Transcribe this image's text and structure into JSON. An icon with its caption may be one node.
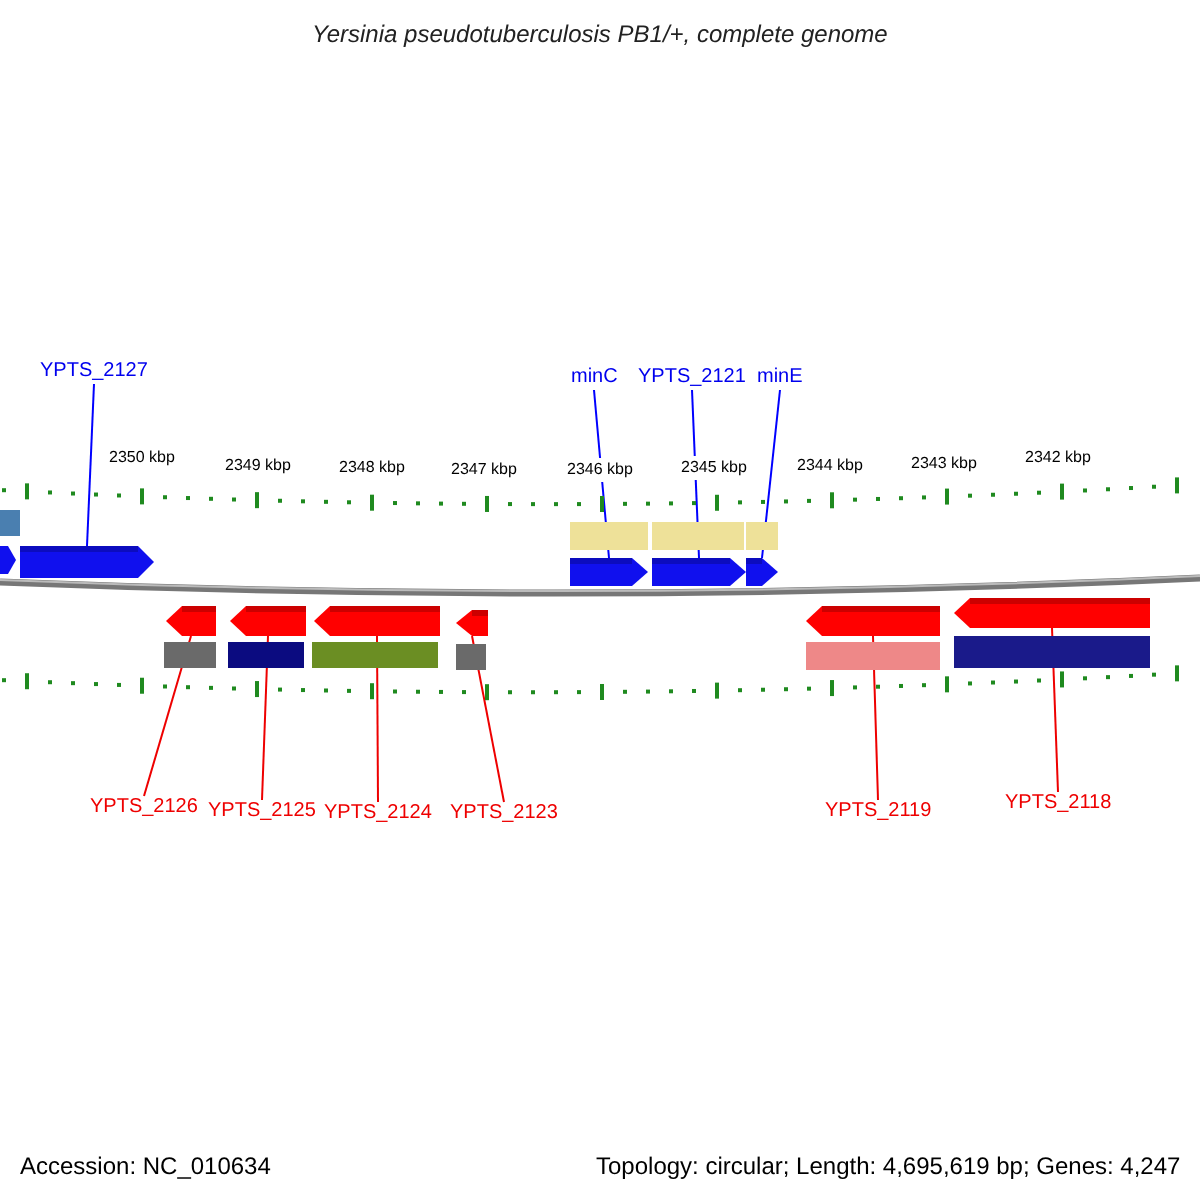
{
  "diagram": {
    "title": "Yersinia pseudotuberculosis PB1/+, complete genome",
    "nodes": [
      {
        "text": [
          "YPTS_2127"
        ]
      },
      {
        "text": [
          "minC"
        ]
      },
      {
        "text": [
          "YPTS_2121"
        ]
      },
      {
        "text": [
          "minE"
        ]
      },
      {
        "text": [],
        "shape": "arrow"
      },
      {
        "text": [],
        "shape": "arrow"
      },
      {
        "text": [],
        "shape": "arrow"
      },
      {
        "text": [],
        "shape": "arrow"
      },
      {
        "text": [],
        "shape": "arrow"
      },
      {
        "text": [],
        "shape": "arrow"
      },
      {
        "text": [],
        "shape": "arrow"
      },
      {
        "text": [],
        "shape": "arrow"
      },
      {
        "text": [],
        "shape": "arrow"
      },
      {
        "text": [],
        "shape": "arrow"
      },
      {
        "text": [
          "YPTS_2126"
        ]
      },
      {
        "text": [
          "YPTS_2125"
        ]
      },
      {
        "text": [
          "YPTS_2124"
        ]
      },
      {
        "text": [
          "YPTS_2123"
        ]
      },
      {
        "text": [
          "YPTS_2119"
        ]
      },
      {
        "text": [
          "YPTS_2118"
        ]
      }
    ],
    "edges": [
      {
        "from": 0,
        "to": 4,
        "arrow": "none",
        "color": "#0000ff"
      },
      {
        "from": 1,
        "to": 5,
        "arrow": "none",
        "color": "#0000ff"
      },
      {
        "from": 2,
        "to": 6,
        "arrow": "none",
        "color": "#0000ff"
      },
      {
        "from": 3,
        "to": 7,
        "arrow": "none",
        "color": "#0000ff"
      },
      {
        "from": 14,
        "to": 8,
        "arrow": "none"
      },
      {
        "from": 15,
        "to": 9,
        "arrow": "none"
      },
      {
        "from": 16,
        "to": 10,
        "arrow": "none"
      },
      {
        "from": 17,
        "to": 11,
        "arrow": "none"
      },
      {
        "from": 18,
        "to": 12,
        "arrow": "none"
      },
      {
        "from": 19,
        "to": 13,
        "arrow": "none"
      }
    ],
    "labels": [
      "2350 kbp",
      "2349 kbp",
      "2348 kbp",
      "2347 kbp",
      "2346 kbp",
      "2345 kbp",
      "2344 kbp",
      "2343 kbp",
      "2342 kbp",
      "Accession: NC_010634",
      "Topology: circular; Length: 4,695,619 bp; Genes: 4,247"
    ]
  }
}
